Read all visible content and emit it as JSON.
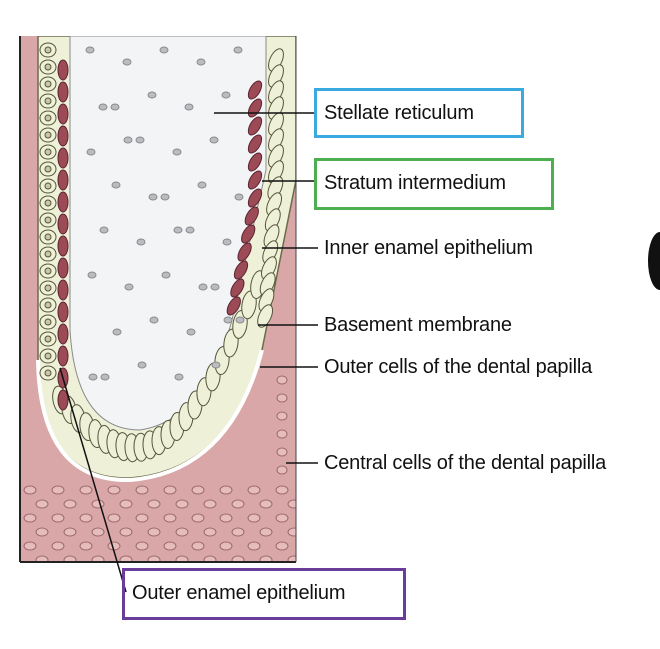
{
  "labels": {
    "stellate_reticulum": "Stellate reticulum",
    "stratum_intermedium": "Stratum intermedium",
    "inner_enamel_epithelium": "Inner enamel epithelium",
    "basement_membrane": "Basement membrane",
    "outer_cells_papilla": "Outer cells of the dental papilla",
    "central_cells_papilla": "Central cells of the dental papilla",
    "outer_enamel_epithelium": "Outer enamel epithelium"
  },
  "highlight_colors": {
    "stellate_reticulum": "#3aa9e0",
    "stratum_intermedium": "#4caf50",
    "outer_enamel_epithelium": "#6a3d9a"
  },
  "tissue_colors": {
    "papilla": "#d9a7a7",
    "epithelium": "#eef0d8",
    "stellate": "#f2f4f6",
    "cell_dark": "#9c4a55"
  }
}
